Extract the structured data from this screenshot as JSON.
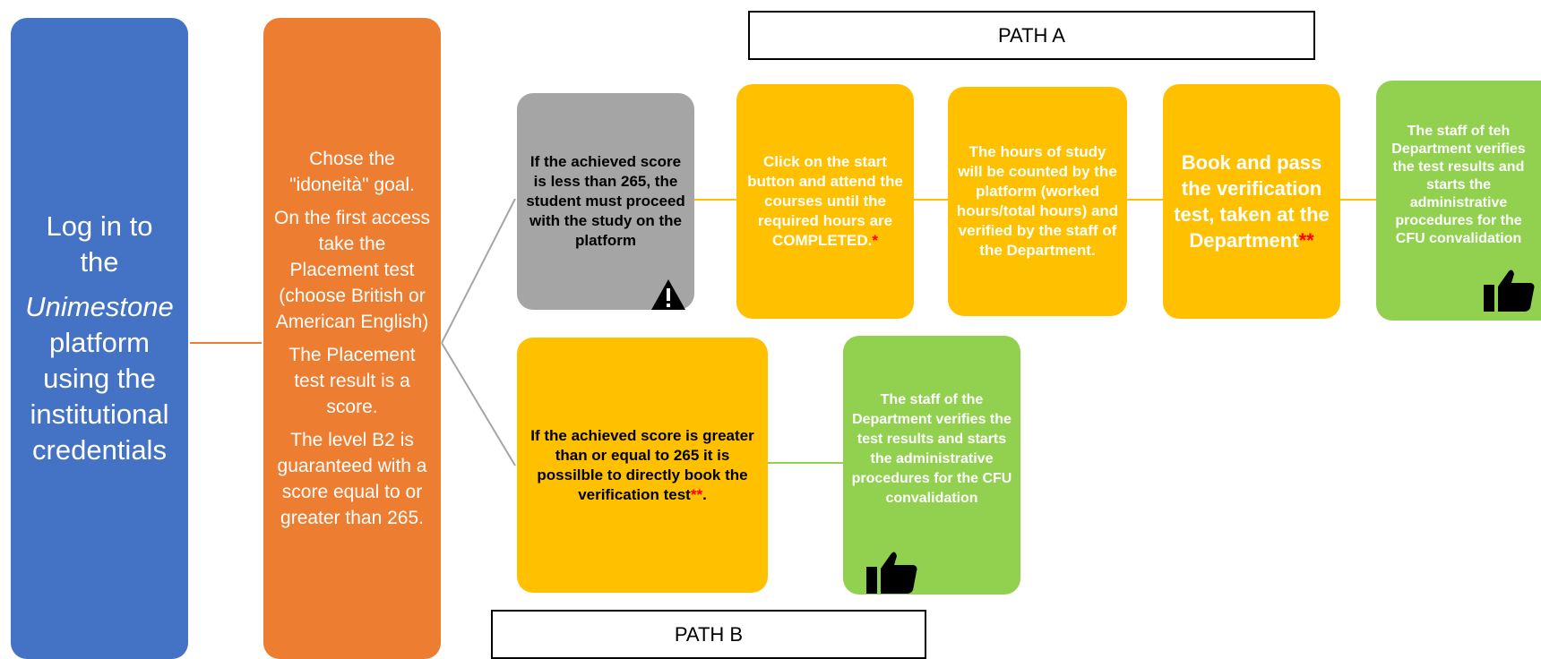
{
  "colors": {
    "login_box": "#4472c4",
    "placement_box": "#ed7d31",
    "warning_box": "#a5a5a5",
    "step_box": "#ffc000",
    "done_box": "#92d050",
    "asterisk": "#ff0000"
  },
  "login": {
    "line1": "Log in to",
    "line2": "the",
    "line3": "Unimestone",
    "line4": "platform using the institutional credentials"
  },
  "placement": {
    "p1": "Chose the \"idoneità\" goal.",
    "p2": "On the first access take the Placement test (choose British or American English)",
    "p3": "The Placement test result is a score.",
    "p4": "The level B2 is guaranteed with a score equal to or greater than 265."
  },
  "path_a": {
    "label": "PATH A",
    "step1": "If the achieved score is less than 265, the student must proceed with the study on the platform",
    "step2": "Click on the  start button and attend the courses until  the required hours are COMPLETED.",
    "step2_mark": "*",
    "step3": "The hours of study will be counted  by the platform (worked hours/total hours) and verified by the staff of the Department.",
    "step4": "Book and pass the verification test, taken at the Department",
    "step4_mark": "**",
    "step5": "The staff of teh Department verifies the test results and starts the administrative procedures for the CFU convalidation"
  },
  "path_b": {
    "label": "PATH B",
    "step1": "If the achieved score is greater than or equal to 265 it is possilble to directly book the verification test",
    "step1_mark": "**",
    "step1_end": ".",
    "step2": "The staff of the Department verifies the test results and starts the administrative procedures for the CFU convalidation"
  },
  "icons": {
    "warning": "warning-triangle-icon",
    "thumbs_up": "thumbs-up-icon"
  }
}
